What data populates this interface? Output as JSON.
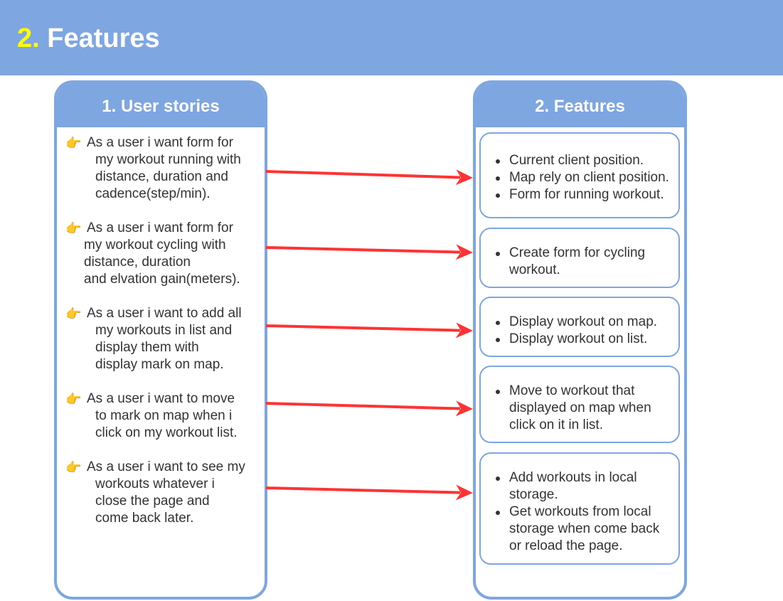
{
  "header": {
    "number": "2.",
    "title": "Features"
  },
  "left_panel": {
    "title": "1. User stories",
    "stories": [
      {
        "icon": "pointing-hand-icon",
        "lines": [
          "As a user i want form for",
          "my workout running with",
          "distance, duration and",
          "cadence(step/min)."
        ]
      },
      {
        "icon": "pointing-hand-icon",
        "lines": [
          "As a user i want form for",
          "my workout cycling with",
          "distance, duration",
          "and elvation gain(meters)."
        ]
      },
      {
        "icon": "pointing-hand-icon",
        "lines": [
          "As a user i want to add all",
          "my workouts in list and",
          "display them with",
          "display mark on map."
        ]
      },
      {
        "icon": "pointing-hand-icon",
        "lines": [
          "As a user i want to move",
          "to mark on map when i",
          "click on my workout list."
        ]
      },
      {
        "icon": "pointing-hand-icon",
        "lines": [
          "As a user i want to see my",
          "workouts whatever i",
          "close the page and",
          "come back later."
        ]
      }
    ]
  },
  "right_panel": {
    "title": "2. Features",
    "cards": [
      {
        "items": [
          [
            "Current client position."
          ],
          [
            "Map rely on client position."
          ],
          [
            "Form for running workout."
          ]
        ]
      },
      {
        "items": [
          [
            "Create form for cycling",
            "workout."
          ]
        ]
      },
      {
        "items": [
          [
            "Display workout on map."
          ],
          [
            "Display workout on list."
          ]
        ]
      },
      {
        "items": [
          [
            "Move to workout that",
            "displayed on map when",
            "click on it in list."
          ]
        ]
      },
      {
        "items": [
          [
            "Add workouts in local",
            "storage."
          ],
          [
            "Get workouts from local",
            "storage when come back",
            "or reload the page."
          ]
        ]
      }
    ]
  },
  "colors": {
    "header_bg": "#7ea6e0",
    "header_number": "#ffff00",
    "arrow": "#ff3333",
    "panel_border": "#7ea6e0"
  }
}
